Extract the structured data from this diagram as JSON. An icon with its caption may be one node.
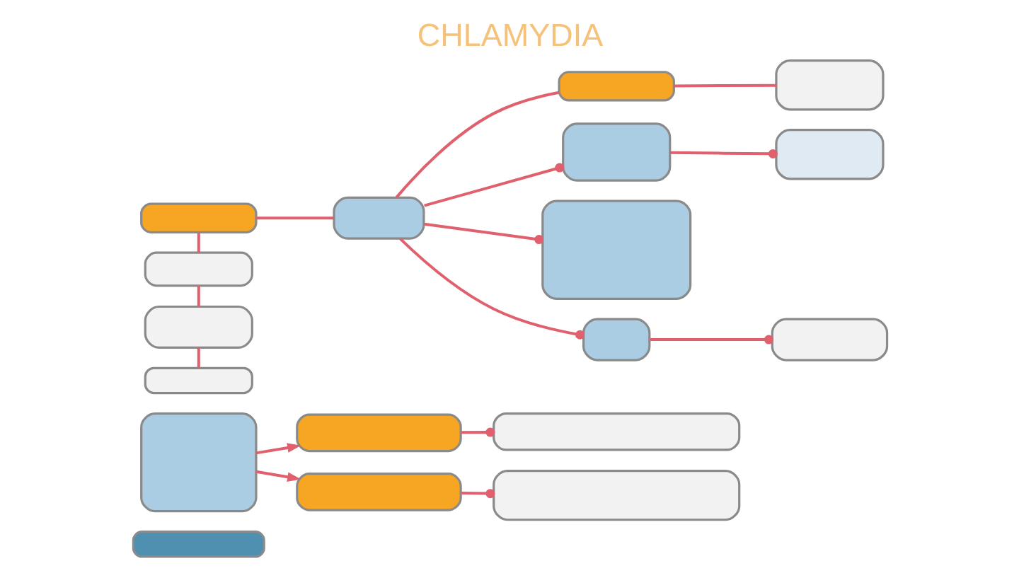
{
  "diagram": {
    "title": "CHLAMYDIA",
    "nodes": [
      {
        "text": [],
        "shape": "box"
      },
      {
        "text": [],
        "shape": "box"
      },
      {
        "text": [],
        "shape": "box"
      },
      {
        "text": [],
        "shape": "box"
      },
      {
        "text": [],
        "shape": "box"
      },
      {
        "text": [],
        "shape": "box"
      },
      {
        "text": [],
        "shape": "box"
      },
      {
        "text": [],
        "shape": "box"
      },
      {
        "text": [],
        "shape": "box"
      },
      {
        "text": [],
        "shape": "box"
      },
      {
        "text": [],
        "shape": "box"
      },
      {
        "text": [],
        "shape": "box"
      },
      {
        "text": [],
        "shape": "box"
      },
      {
        "text": [],
        "shape": "box"
      },
      {
        "text": [],
        "shape": "box"
      },
      {
        "text": [],
        "shape": "box"
      },
      {
        "text": [],
        "shape": "box"
      },
      {
        "text": [],
        "shape": "box"
      }
    ],
    "edges": [
      {
        "from": 1,
        "to": 2,
        "arrow": "to"
      },
      {
        "from": 1,
        "to": 3,
        "arrow": "to"
      },
      {
        "from": 2,
        "to": 4,
        "arrow": "other"
      },
      {
        "from": 3,
        "to": 5,
        "arrow": "other"
      },
      {
        "from": 6,
        "to": 7,
        "arrow": "none"
      },
      {
        "from": 7,
        "to": 8,
        "arrow": "none"
      },
      {
        "from": 6,
        "to": 9,
        "arrow": "none"
      },
      {
        "from": 9,
        "to": 10,
        "arrow": "none"
      },
      {
        "from": 10,
        "to": 11,
        "arrow": "none"
      },
      {
        "from": 7,
        "to": 12,
        "arrow": "other"
      },
      {
        "from": 7,
        "to": 14,
        "arrow": "other"
      },
      {
        "from": 7,
        "to": 15,
        "arrow": "other"
      },
      {
        "from": 12,
        "to": 13,
        "arrow": "other"
      },
      {
        "from": 15,
        "to": 16,
        "arrow": "other"
      },
      {
        "from": 8,
        "to": 17,
        "arrow": "none"
      }
    ]
  }
}
